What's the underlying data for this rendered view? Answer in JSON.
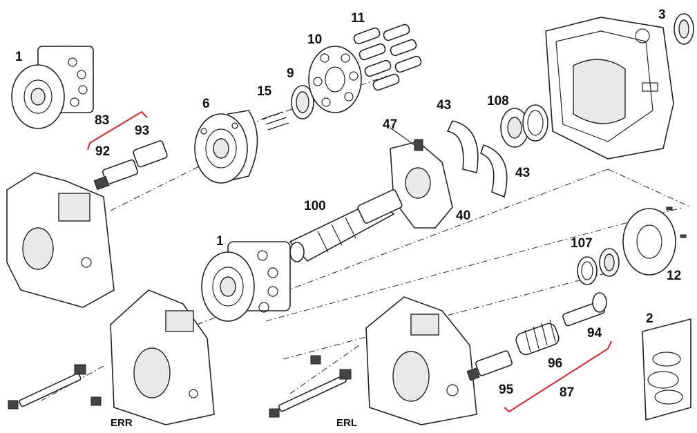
{
  "diagram": {
    "callouts": [
      {
        "id": "label-1-top",
        "text": "1"
      },
      {
        "id": "label-83",
        "text": "83"
      },
      {
        "id": "label-93",
        "text": "93"
      },
      {
        "id": "label-92",
        "text": "92"
      },
      {
        "id": "label-6",
        "text": "6"
      },
      {
        "id": "label-15",
        "text": "15"
      },
      {
        "id": "label-9",
        "text": "9"
      },
      {
        "id": "label-10",
        "text": "10"
      },
      {
        "id": "label-11",
        "text": "11"
      },
      {
        "id": "label-3",
        "text": "3"
      },
      {
        "id": "label-47",
        "text": "47"
      },
      {
        "id": "label-43-top",
        "text": "43"
      },
      {
        "id": "label-108",
        "text": "108"
      },
      {
        "id": "label-43-bottom",
        "text": "43"
      },
      {
        "id": "label-100",
        "text": "100"
      },
      {
        "id": "label-40",
        "text": "40"
      },
      {
        "id": "label-1-mid",
        "text": "1"
      },
      {
        "id": "label-107",
        "text": "107"
      },
      {
        "id": "label-12",
        "text": "12"
      },
      {
        "id": "label-2",
        "text": "2"
      },
      {
        "id": "label-94",
        "text": "94"
      },
      {
        "id": "label-96",
        "text": "96"
      },
      {
        "id": "label-95",
        "text": "95"
      },
      {
        "id": "label-87",
        "text": "87"
      }
    ],
    "variants": {
      "left": "ERR",
      "right": "ERL"
    },
    "colors": {
      "line": "#222222",
      "group_bracket": "#d9232a",
      "background": "#ffffff"
    }
  }
}
